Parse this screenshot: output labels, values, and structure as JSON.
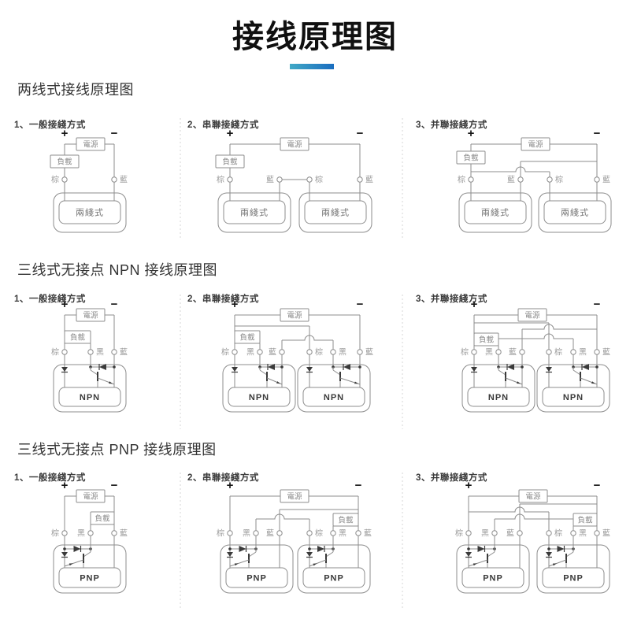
{
  "title": "接线原理图",
  "accent_colors": {
    "underline_left": "#41a9c6",
    "underline_right": "#1a6dc0"
  },
  "wire_labels": {
    "brown": "棕",
    "black": "黑",
    "blue": "藍",
    "plus": "+",
    "minus": "−",
    "power": "電源",
    "load": "負載"
  },
  "sections": [
    {
      "key": "two-wire",
      "heading": "两线式接线原理图",
      "sensor_label": "兩綫式",
      "diagrams": [
        {
          "caption": "1、一般接綫方式",
          "variant": "general"
        },
        {
          "caption": "2、串聯接綫方式",
          "variant": "series"
        },
        {
          "caption": "3、并聯接綫方式",
          "variant": "parallel"
        }
      ]
    },
    {
      "key": "npn",
      "heading": "三线式无接点 NPN 接线原理图",
      "sensor_label": "NPN",
      "diagrams": [
        {
          "caption": "1、一般接綫方式",
          "variant": "general"
        },
        {
          "caption": "2、串聯接綫方式",
          "variant": "series"
        },
        {
          "caption": "3、并聯接綫方式",
          "variant": "parallel"
        }
      ]
    },
    {
      "key": "pnp",
      "heading": "三线式无接点 PNP 接线原理图",
      "sensor_label": "PNP",
      "diagrams": [
        {
          "caption": "1、一般接綫方式",
          "variant": "general"
        },
        {
          "caption": "2、串聯接綫方式",
          "variant": "series"
        },
        {
          "caption": "3、并聯接綫方式",
          "variant": "parallel"
        }
      ]
    }
  ]
}
